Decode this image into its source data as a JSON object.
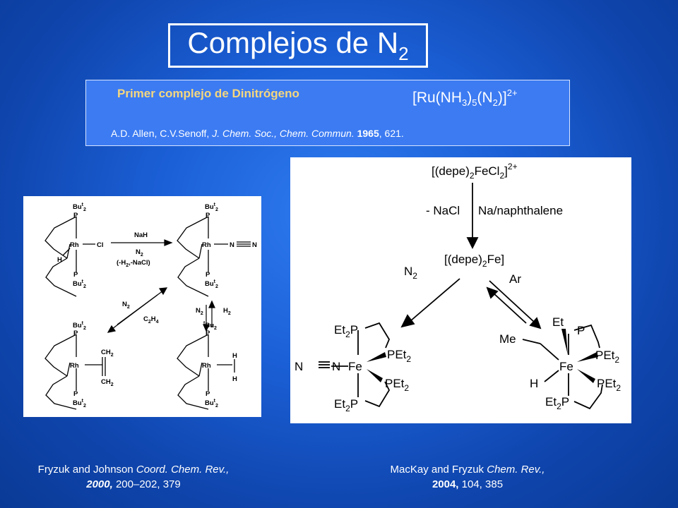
{
  "slide": {
    "title_text": "Complejos de N",
    "title_sub": "2"
  },
  "info_box": {
    "first_complex_label": "Primer complejo de Dinitrógeno",
    "formula": {
      "open": "[Ru(NH",
      "sub1": "3",
      "mid1": ")",
      "sub2": "5",
      "mid2": "(N",
      "sub3": "2",
      "close": ")]",
      "charge": "2+"
    },
    "reference": {
      "authors": "A.D. Allen, C.V.Senoff, ",
      "journal": "J. Chem. Soc., Chem. Commun.",
      "year": "1965",
      "pages": ", 621."
    }
  },
  "left_scheme": {
    "labels": {
      "bu_t2": "Bu",
      "t": "t",
      "two": "2",
      "p": "P",
      "rh": "Rh",
      "cl": "Cl",
      "h": "H",
      "n": "N",
      "nah": "NaH",
      "n2": "N",
      "minus_h2_nacl": "(-H",
      "minus_h2_nacl_rest": ",-NaCl)",
      "c2h4": "C",
      "c2h4_h": "H",
      "four": "4",
      "ch2": "CH",
      "h2": "H",
      "bu2": "Bu",
      "t_bu2_prefix": "t"
    }
  },
  "right_scheme": {
    "labels": {
      "start": "[(depe)",
      "start_sub": "2",
      "start_rest": "FeCl",
      "start_sub2": "2",
      "start_close": "]",
      "start_charge": "2+",
      "minus_nacl": "- NaCl",
      "reagent": "Na/naphthalene",
      "intermediate": "[(depe)",
      "intermediate_sub": "2",
      "intermediate_rest": "Fe]",
      "n2": "N",
      "n2_sub": "2",
      "ar": "Ar",
      "et": "Et",
      "et_sub": "2",
      "p": "P",
      "pet": "PEt",
      "fe": "Fe",
      "n": "N",
      "me": "Me",
      "h": "H"
    }
  },
  "captions": {
    "left": {
      "authors": "Fryzuk and Johnson ",
      "journal": "Coord. Chem. Rev.,",
      "year": "2000,",
      "rest": " 200–202, 379"
    },
    "right": {
      "authors": "MacKay and Fryzuk ",
      "journal": "Chem. Rev.,",
      "year": "2004,",
      "rest": "  104, 385"
    }
  }
}
